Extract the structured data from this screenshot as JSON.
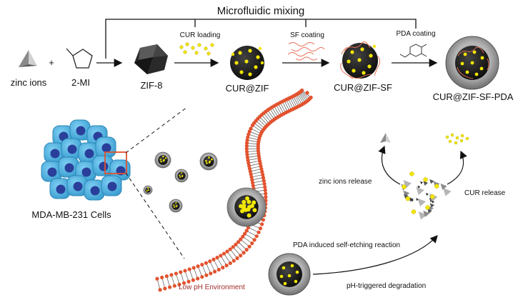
{
  "title": "Microfluidic mixing",
  "reagents": {
    "zinc": "zinc ions",
    "plus": "+",
    "ligand": "2-MI"
  },
  "products": {
    "zif": "ZIF-8",
    "cur_zif": "CUR@ZIF",
    "cur_zif_sf": "CUR@ZIF-SF",
    "cur_zif_sf_pda": "CUR@ZIF-SF-PDA"
  },
  "steps": {
    "cur_loading": "CUR loading",
    "sf_coating": "SF coating",
    "pda_coating": "PDA coating"
  },
  "cells_label": "MDA-MB-231 Cells",
  "environment_label": "Low pH Environment",
  "mechanism": {
    "zinc_release": "zinc ions release",
    "cur_release": "CUR release",
    "self_etching": "PDA induced self-etching reaction",
    "degradation": "pH-triggered degradation"
  },
  "colors": {
    "nanoparticle_core": "#1a1a1a",
    "curcumin": "#f2e600",
    "silk_fibroin": "#e8735a",
    "pda_shell": "#9a9a9a",
    "cell_body": "#4fb3e3",
    "cell_nucleus": "#2a3f9a",
    "lipid_head": "#e2522e",
    "highlight_box": "#e2522e",
    "env_text": "#a02b2b"
  }
}
